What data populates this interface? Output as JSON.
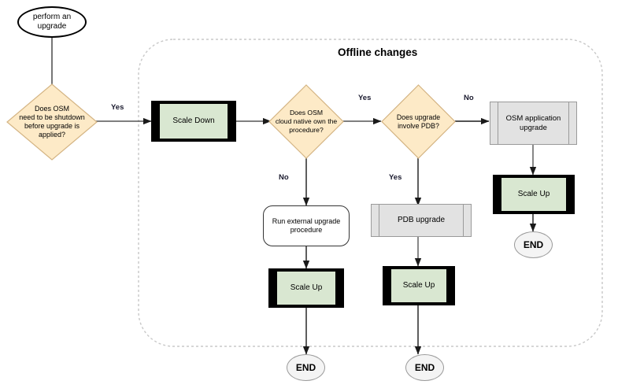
{
  "diagram": {
    "title": "Offline changes",
    "region": {
      "label": "Offline changes",
      "style": "dotted-rounded",
      "color": "#cccccc"
    },
    "palette": {
      "decision_fill": "#fdeac7",
      "decision_stroke": "#d4b483",
      "process_green_fill": "#d9e7d1",
      "process_green_bar": "#000000",
      "process_grey_fill": "#e2e2e2",
      "process_grey_stroke": "#9a9a9a",
      "end_fill": "#f4f4f4",
      "end_stroke": "#9a9a9a",
      "arrow_stroke": "#333333",
      "text": "#000000"
    },
    "nodes": [
      {
        "id": "start",
        "type": "terminator",
        "label": "perform an\nupgrade"
      },
      {
        "id": "d1",
        "type": "decision",
        "label": "Does  OSM\nneed to be shutdown\nbefore upgrade is\napplied?"
      },
      {
        "id": "scale_down",
        "type": "predefined-green",
        "label": "Scale Down"
      },
      {
        "id": "d2",
        "type": "decision",
        "label": "Does  OSM\ncloud native own the\nprocedure?"
      },
      {
        "id": "d3",
        "type": "decision",
        "label": "Does  upgrade\ninvolve PDB?"
      },
      {
        "id": "osm_app",
        "type": "predefined-grey",
        "label": "OSM application\nupgrade"
      },
      {
        "id": "scale_up_r",
        "type": "predefined-green",
        "label": "Scale Up"
      },
      {
        "id": "end_right",
        "type": "end",
        "label": "END"
      },
      {
        "id": "pdb_upgrade",
        "type": "predefined-grey",
        "label": "PDB upgrade"
      },
      {
        "id": "scale_up_m",
        "type": "predefined-green",
        "label": "Scale Up"
      },
      {
        "id": "end_mid",
        "type": "end",
        "label": "END"
      },
      {
        "id": "run_ext",
        "type": "process-rounded",
        "label": "Run external  upgrade\nprocedure"
      },
      {
        "id": "scale_up_l",
        "type": "predefined-green",
        "label": "Scale Up"
      },
      {
        "id": "end_left",
        "type": "end",
        "label": "END"
      }
    ],
    "edges": [
      {
        "id": "e_start_d1",
        "from": "start",
        "to": "d1",
        "label": ""
      },
      {
        "id": "e_d1_scaledown",
        "from": "d1",
        "to": "scale_down",
        "label": "Yes"
      },
      {
        "id": "e_scaledown_d2",
        "from": "scale_down",
        "to": "d2",
        "label": ""
      },
      {
        "id": "e_d2_d3",
        "from": "d2",
        "to": "d3",
        "label": "Yes"
      },
      {
        "id": "e_d2_runext",
        "from": "d2",
        "to": "run_ext",
        "label": "No"
      },
      {
        "id": "e_d3_osmapp",
        "from": "d3",
        "to": "osm_app",
        "label": "No"
      },
      {
        "id": "e_d3_pdb",
        "from": "d3",
        "to": "pdb_upgrade",
        "label": "Yes"
      },
      {
        "id": "e_osmapp_scaleup",
        "from": "osm_app",
        "to": "scale_up_r",
        "label": ""
      },
      {
        "id": "e_scaleup_end_r",
        "from": "scale_up_r",
        "to": "end_right",
        "label": ""
      },
      {
        "id": "e_pdb_scaleup",
        "from": "pdb_upgrade",
        "to": "scale_up_m",
        "label": ""
      },
      {
        "id": "e_scaleup_end_m",
        "from": "scale_up_m",
        "to": "end_mid",
        "label": ""
      },
      {
        "id": "e_runext_scaleup",
        "from": "run_ext",
        "to": "scale_up_l",
        "label": ""
      },
      {
        "id": "e_scaleup_end_l",
        "from": "scale_up_l",
        "to": "end_left",
        "label": ""
      }
    ],
    "edge_labels": {
      "yes_d1": "Yes",
      "no_d2": "No",
      "yes_d2": "Yes",
      "yes_d3": "Yes",
      "no_d3": "No"
    }
  }
}
